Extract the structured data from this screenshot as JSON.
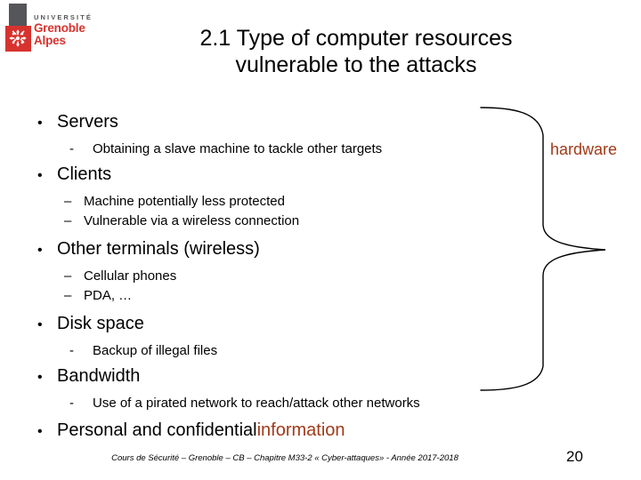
{
  "logo": {
    "universite": "UNIVERSITÉ",
    "grenoble": "Grenoble",
    "alpes": "Alpes",
    "red": "#d7332e",
    "gray": "#55565a",
    "emblem_icon": "snowflake-emblem-icon"
  },
  "title": {
    "line1": "2.1 Type of computer resources",
    "line2": "vulnerable to the attacks"
  },
  "bullets": [
    {
      "level": 1,
      "marker": "•",
      "text": "Servers"
    },
    {
      "level": 2,
      "marker": "-",
      "style": "hyphen",
      "text": "Obtaining a slave machine to tackle other targets"
    },
    {
      "level": 1,
      "marker": "•",
      "text": "Clients"
    },
    {
      "level": 2,
      "marker": "–",
      "style": "dash",
      "text": "Machine potentially less protected"
    },
    {
      "level": 2,
      "marker": "–",
      "style": "dash",
      "text": "Vulnerable via a wireless connection"
    },
    {
      "level": 1,
      "marker": "•",
      "text": "Other terminals (wireless)"
    },
    {
      "level": 2,
      "marker": "–",
      "style": "dash",
      "text": "Cellular phones"
    },
    {
      "level": 2,
      "marker": "–",
      "style": "dash",
      "text": "PDA, …"
    },
    {
      "level": 1,
      "marker": "•",
      "text": "Disk space"
    },
    {
      "level": 2,
      "marker": "-",
      "style": "hyphen",
      "text": "Backup of illegal files"
    },
    {
      "level": 1,
      "marker": "•",
      "text": "Bandwidth"
    },
    {
      "level": 2,
      "marker": "-",
      "style": "hyphen",
      "text": "Use of a pirated network to reach/attack other networks"
    },
    {
      "level": 1,
      "marker": "•",
      "text_plain": "Personal and confidential ",
      "text_accent": "information"
    }
  ],
  "annotation": {
    "label": "hardware",
    "color": "#a13a19",
    "brace_icon": "right-curly-brace-icon"
  },
  "footer": {
    "text": "Cours de Sécurité – Grenoble – CB – Chapitre M33-2 « Cyber-attaques» - Année 2017-2018",
    "page_number": "20"
  }
}
